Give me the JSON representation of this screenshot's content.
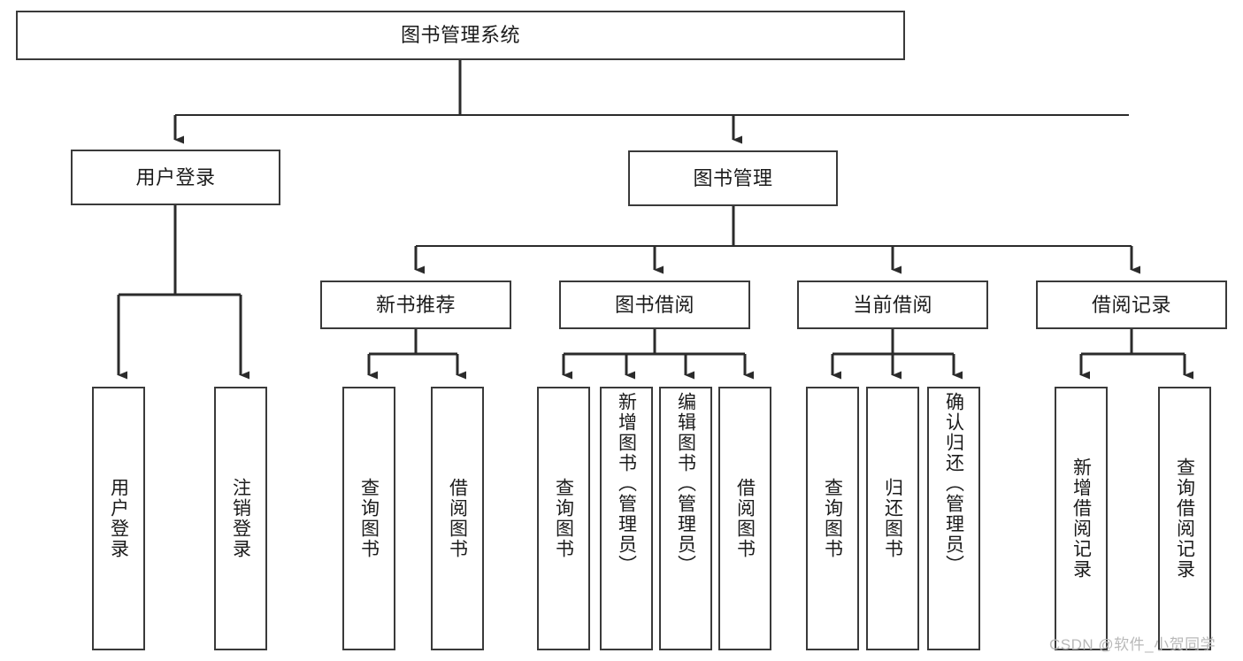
{
  "diagram": {
    "type": "tree",
    "title": "图书管理系统",
    "orientation": "top-down",
    "colors": {
      "box_border": "#3a3a3a",
      "box_fill": "#ffffff",
      "connector": "#2b2b2b",
      "text": "#1b1b1b",
      "watermark": "#b9b9b9"
    }
  },
  "watermark": {
    "text": "CSDN @软件_小贺同学"
  },
  "nodes": {
    "root": {
      "label": "图书管理系统",
      "level": 1
    },
    "level2": [
      {
        "id": "user-login",
        "label": "用户登录"
      },
      {
        "id": "book-management",
        "label": "图书管理"
      }
    ],
    "level3": [
      {
        "id": "new-book-recommend",
        "label": "新书推荐"
      },
      {
        "id": "book-borrow",
        "label": "图书借阅"
      },
      {
        "id": "current-borrow",
        "label": "当前借阅"
      },
      {
        "id": "borrow-record",
        "label": "借阅记录"
      }
    ],
    "leaves": {
      "user-login": [
        {
          "id": "leaf-user-login",
          "label": "用户登录"
        },
        {
          "id": "leaf-logout-login",
          "label": "注销登录"
        }
      ],
      "new-book-recommend": [
        {
          "id": "leaf-query-book-1",
          "label": "查询图书"
        },
        {
          "id": "leaf-borrow-book-1",
          "label": "借阅图书"
        }
      ],
      "book-borrow": [
        {
          "id": "leaf-query-book-2",
          "label": "查询图书"
        },
        {
          "id": "leaf-add-book-admin",
          "label": "新增图书（管理员）"
        },
        {
          "id": "leaf-edit-book-admin",
          "label": "编辑图书（管理员）"
        },
        {
          "id": "leaf-borrow-book-2",
          "label": "借阅图书"
        }
      ],
      "current-borrow": [
        {
          "id": "leaf-query-book-3",
          "label": "查询图书"
        },
        {
          "id": "leaf-return-book",
          "label": "归还图书"
        },
        {
          "id": "leaf-confirm-return-admin",
          "label": "确认归还（管理员）"
        }
      ],
      "borrow-record": [
        {
          "id": "leaf-add-borrow-record",
          "label": "新增借阅记录"
        },
        {
          "id": "leaf-query-borrow-record",
          "label": "查询借阅记录"
        }
      ]
    }
  }
}
